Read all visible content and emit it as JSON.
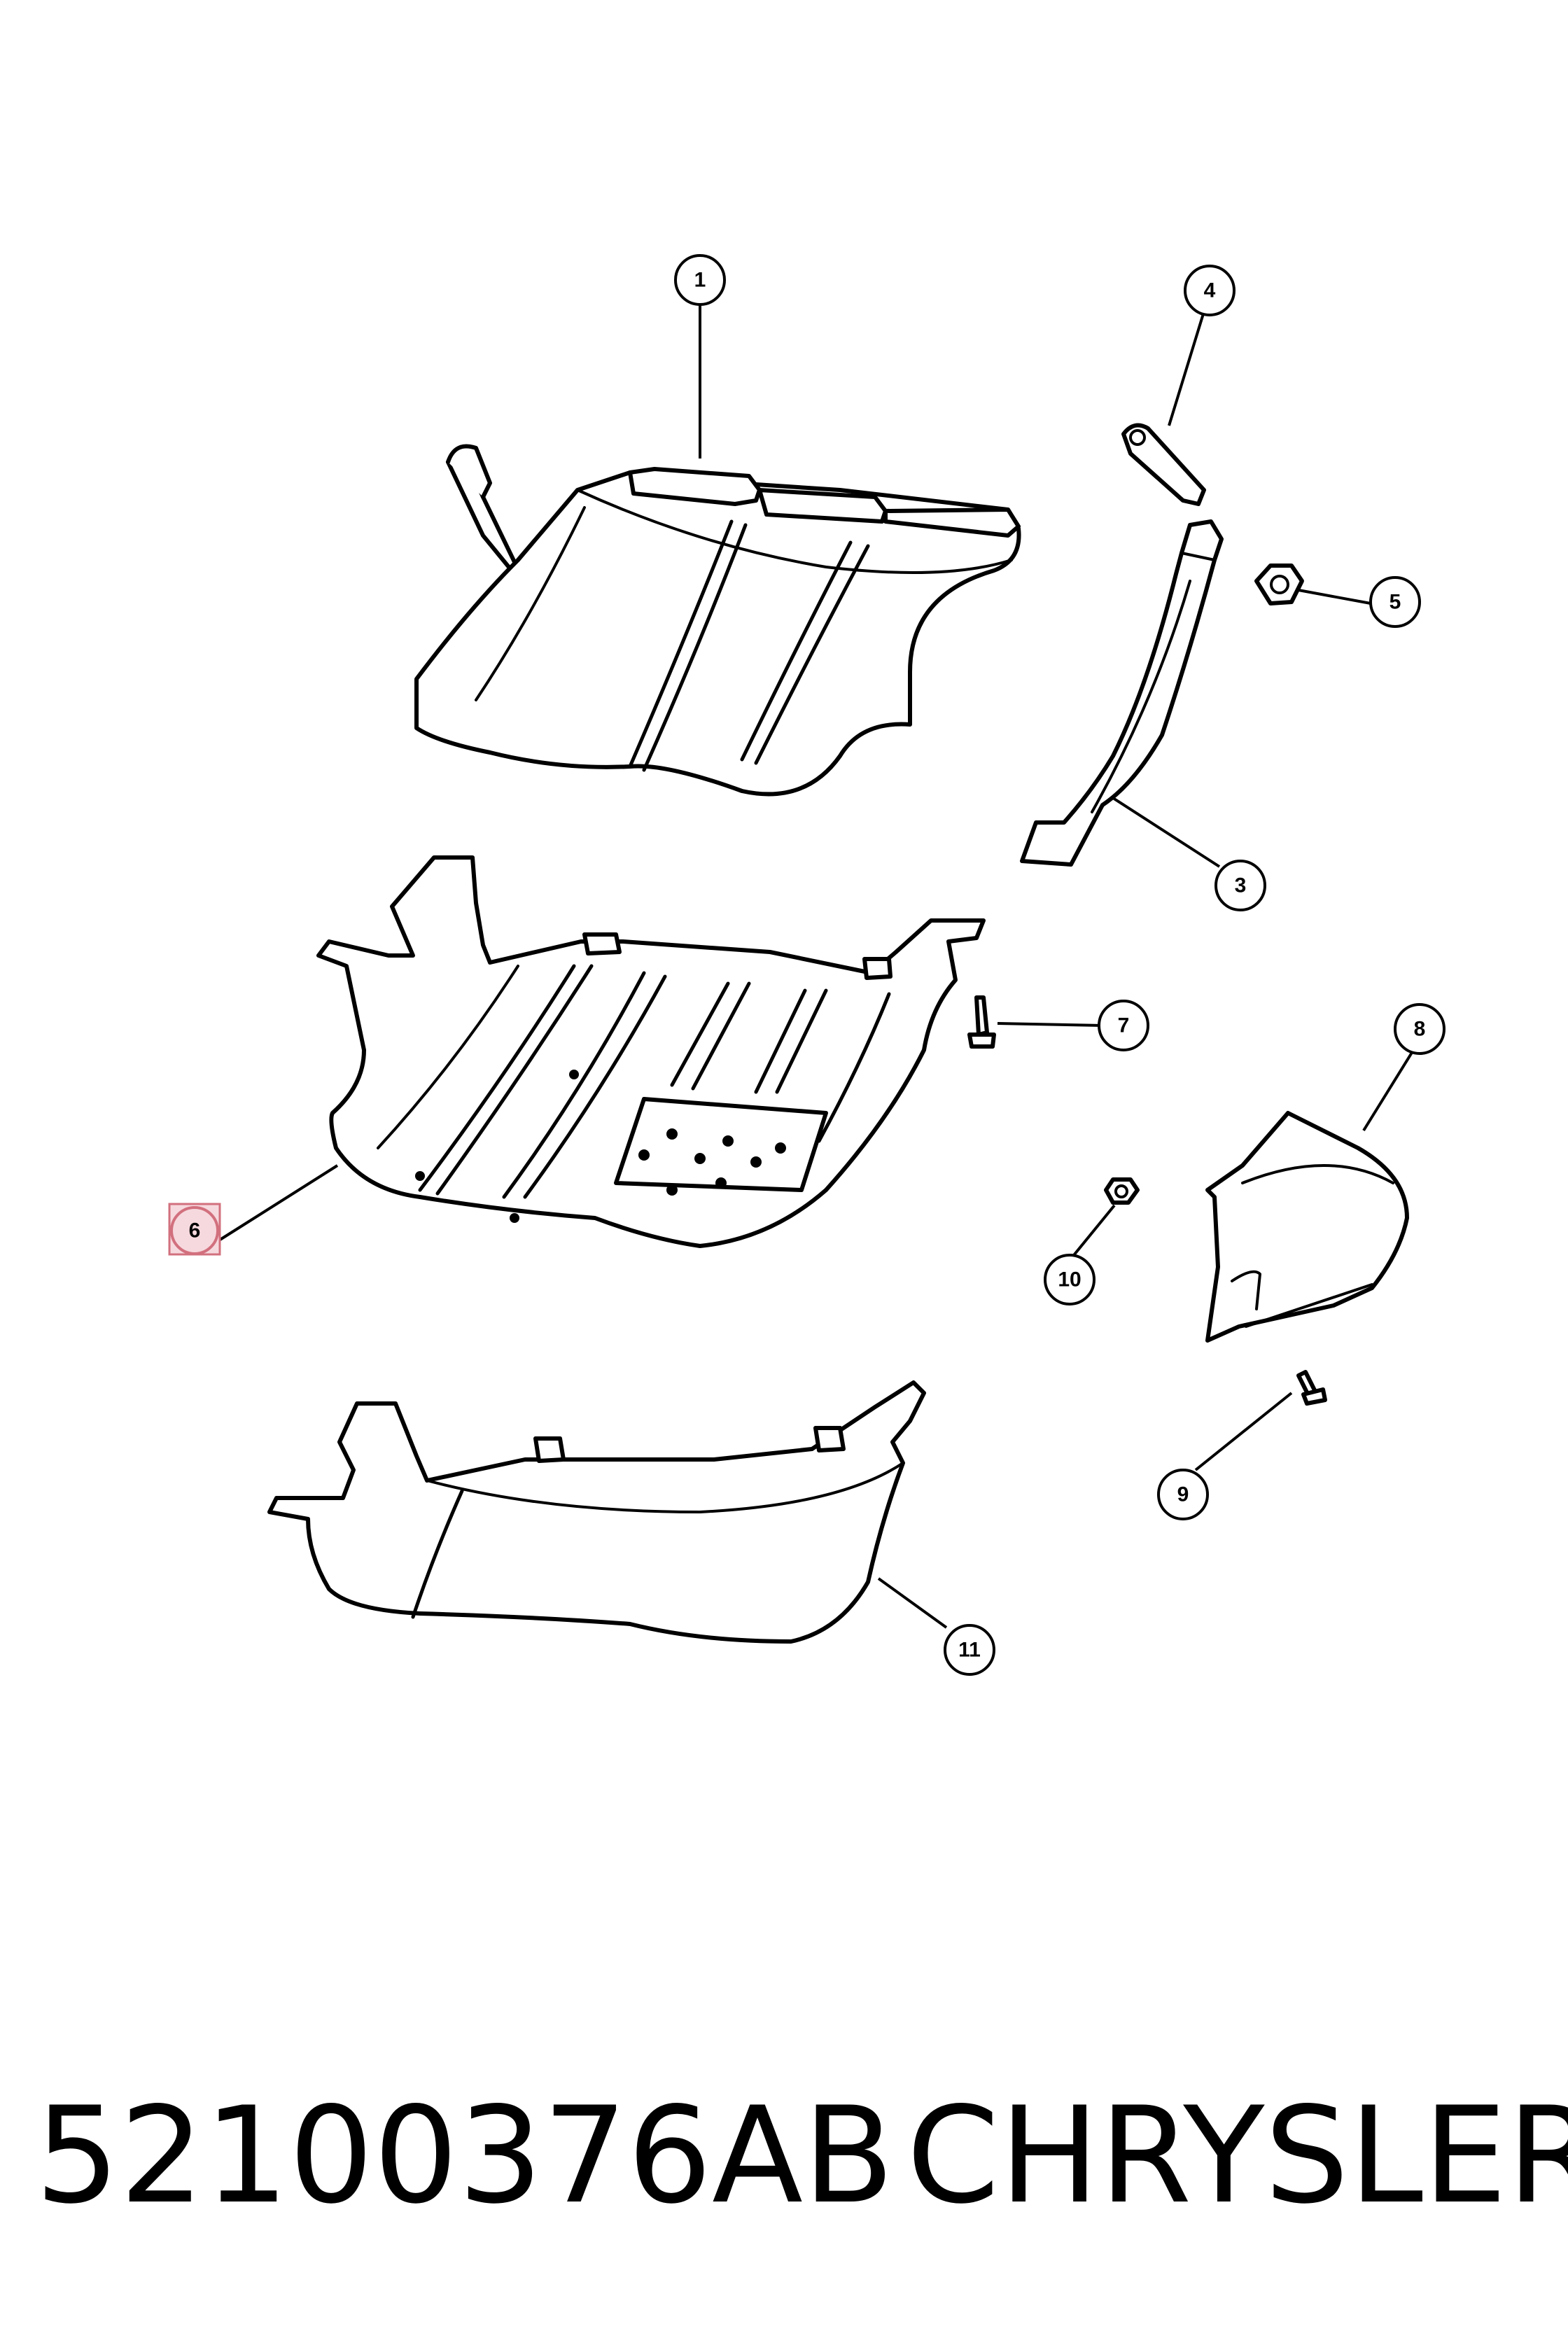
{
  "diagram": {
    "callouts": [
      {
        "id": "callout-1",
        "label": "1"
      },
      {
        "id": "callout-3",
        "label": "3"
      },
      {
        "id": "callout-4",
        "label": "4"
      },
      {
        "id": "callout-5",
        "label": "5"
      },
      {
        "id": "callout-6",
        "label": "6",
        "highlighted": true
      },
      {
        "id": "callout-7",
        "label": "7"
      },
      {
        "id": "callout-8",
        "label": "8"
      },
      {
        "id": "callout-9",
        "label": "9"
      },
      {
        "id": "callout-10",
        "label": "10"
      },
      {
        "id": "callout-11",
        "label": "11"
      }
    ],
    "highlight_color": "#d2707e"
  },
  "footer": {
    "part_number": "52100376AB",
    "brand": "CHRYSLER"
  }
}
